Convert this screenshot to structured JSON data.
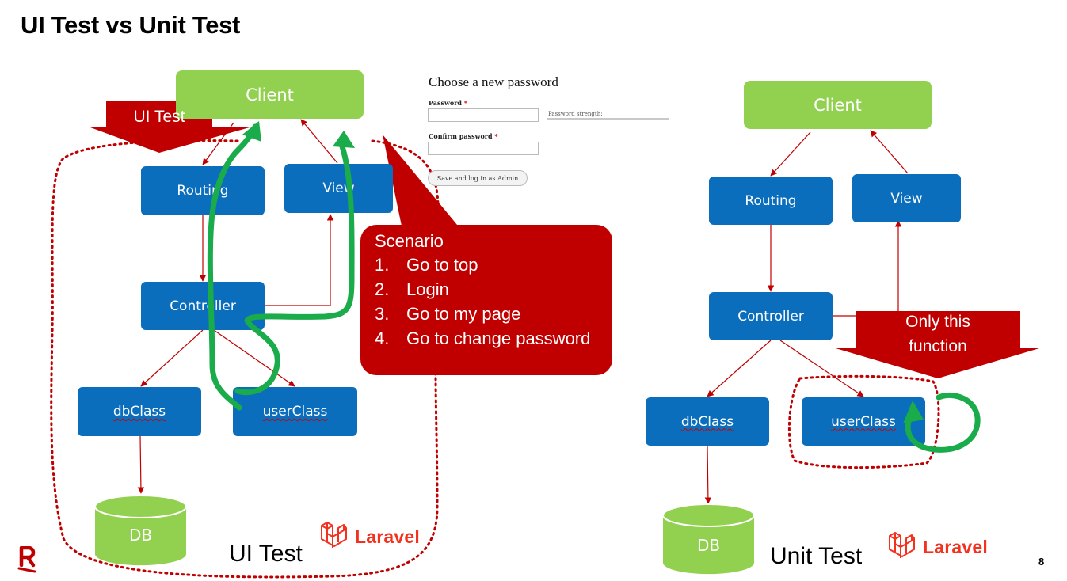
{
  "title": "UI Test vs Unit Test",
  "left_diagram": {
    "client": "Client",
    "ui_test_arrow": "UI Test",
    "routing": "Routing",
    "view": "View",
    "controller": "Controller",
    "dbclass": "dbClass",
    "userclass": "userClass",
    "db": "DB",
    "caption": "UI Test",
    "laravel": "Laravel"
  },
  "password_form": {
    "title": "Choose a new password",
    "password_label": "Password",
    "required_mark": "*",
    "strength_label": "Password strength:",
    "confirm_label": "Confirm password",
    "submit_label": "Save and log in as Admin"
  },
  "scenario": {
    "title": "Scenario",
    "steps": [
      {
        "num": "1.",
        "text": "Go to top"
      },
      {
        "num": "2.",
        "text": "Login"
      },
      {
        "num": "3.",
        "text": "Go to my page"
      },
      {
        "num": "4.",
        "text": "Go to change password"
      }
    ]
  },
  "right_diagram": {
    "client": "Client",
    "routing": "Routing",
    "view": "View",
    "controller": "Controller",
    "dbclass": "dbClass",
    "userclass": "userClass",
    "db": "DB",
    "only_this_function": "Only this function",
    "caption": "Unit Test",
    "laravel": "Laravel"
  },
  "page_number": "8",
  "colors": {
    "box_blue": "#0a6ebd",
    "client_green": "#92d050",
    "accent_red": "#c00000",
    "path_green": "#1aab4a",
    "laravel_red": "#f4311f"
  }
}
